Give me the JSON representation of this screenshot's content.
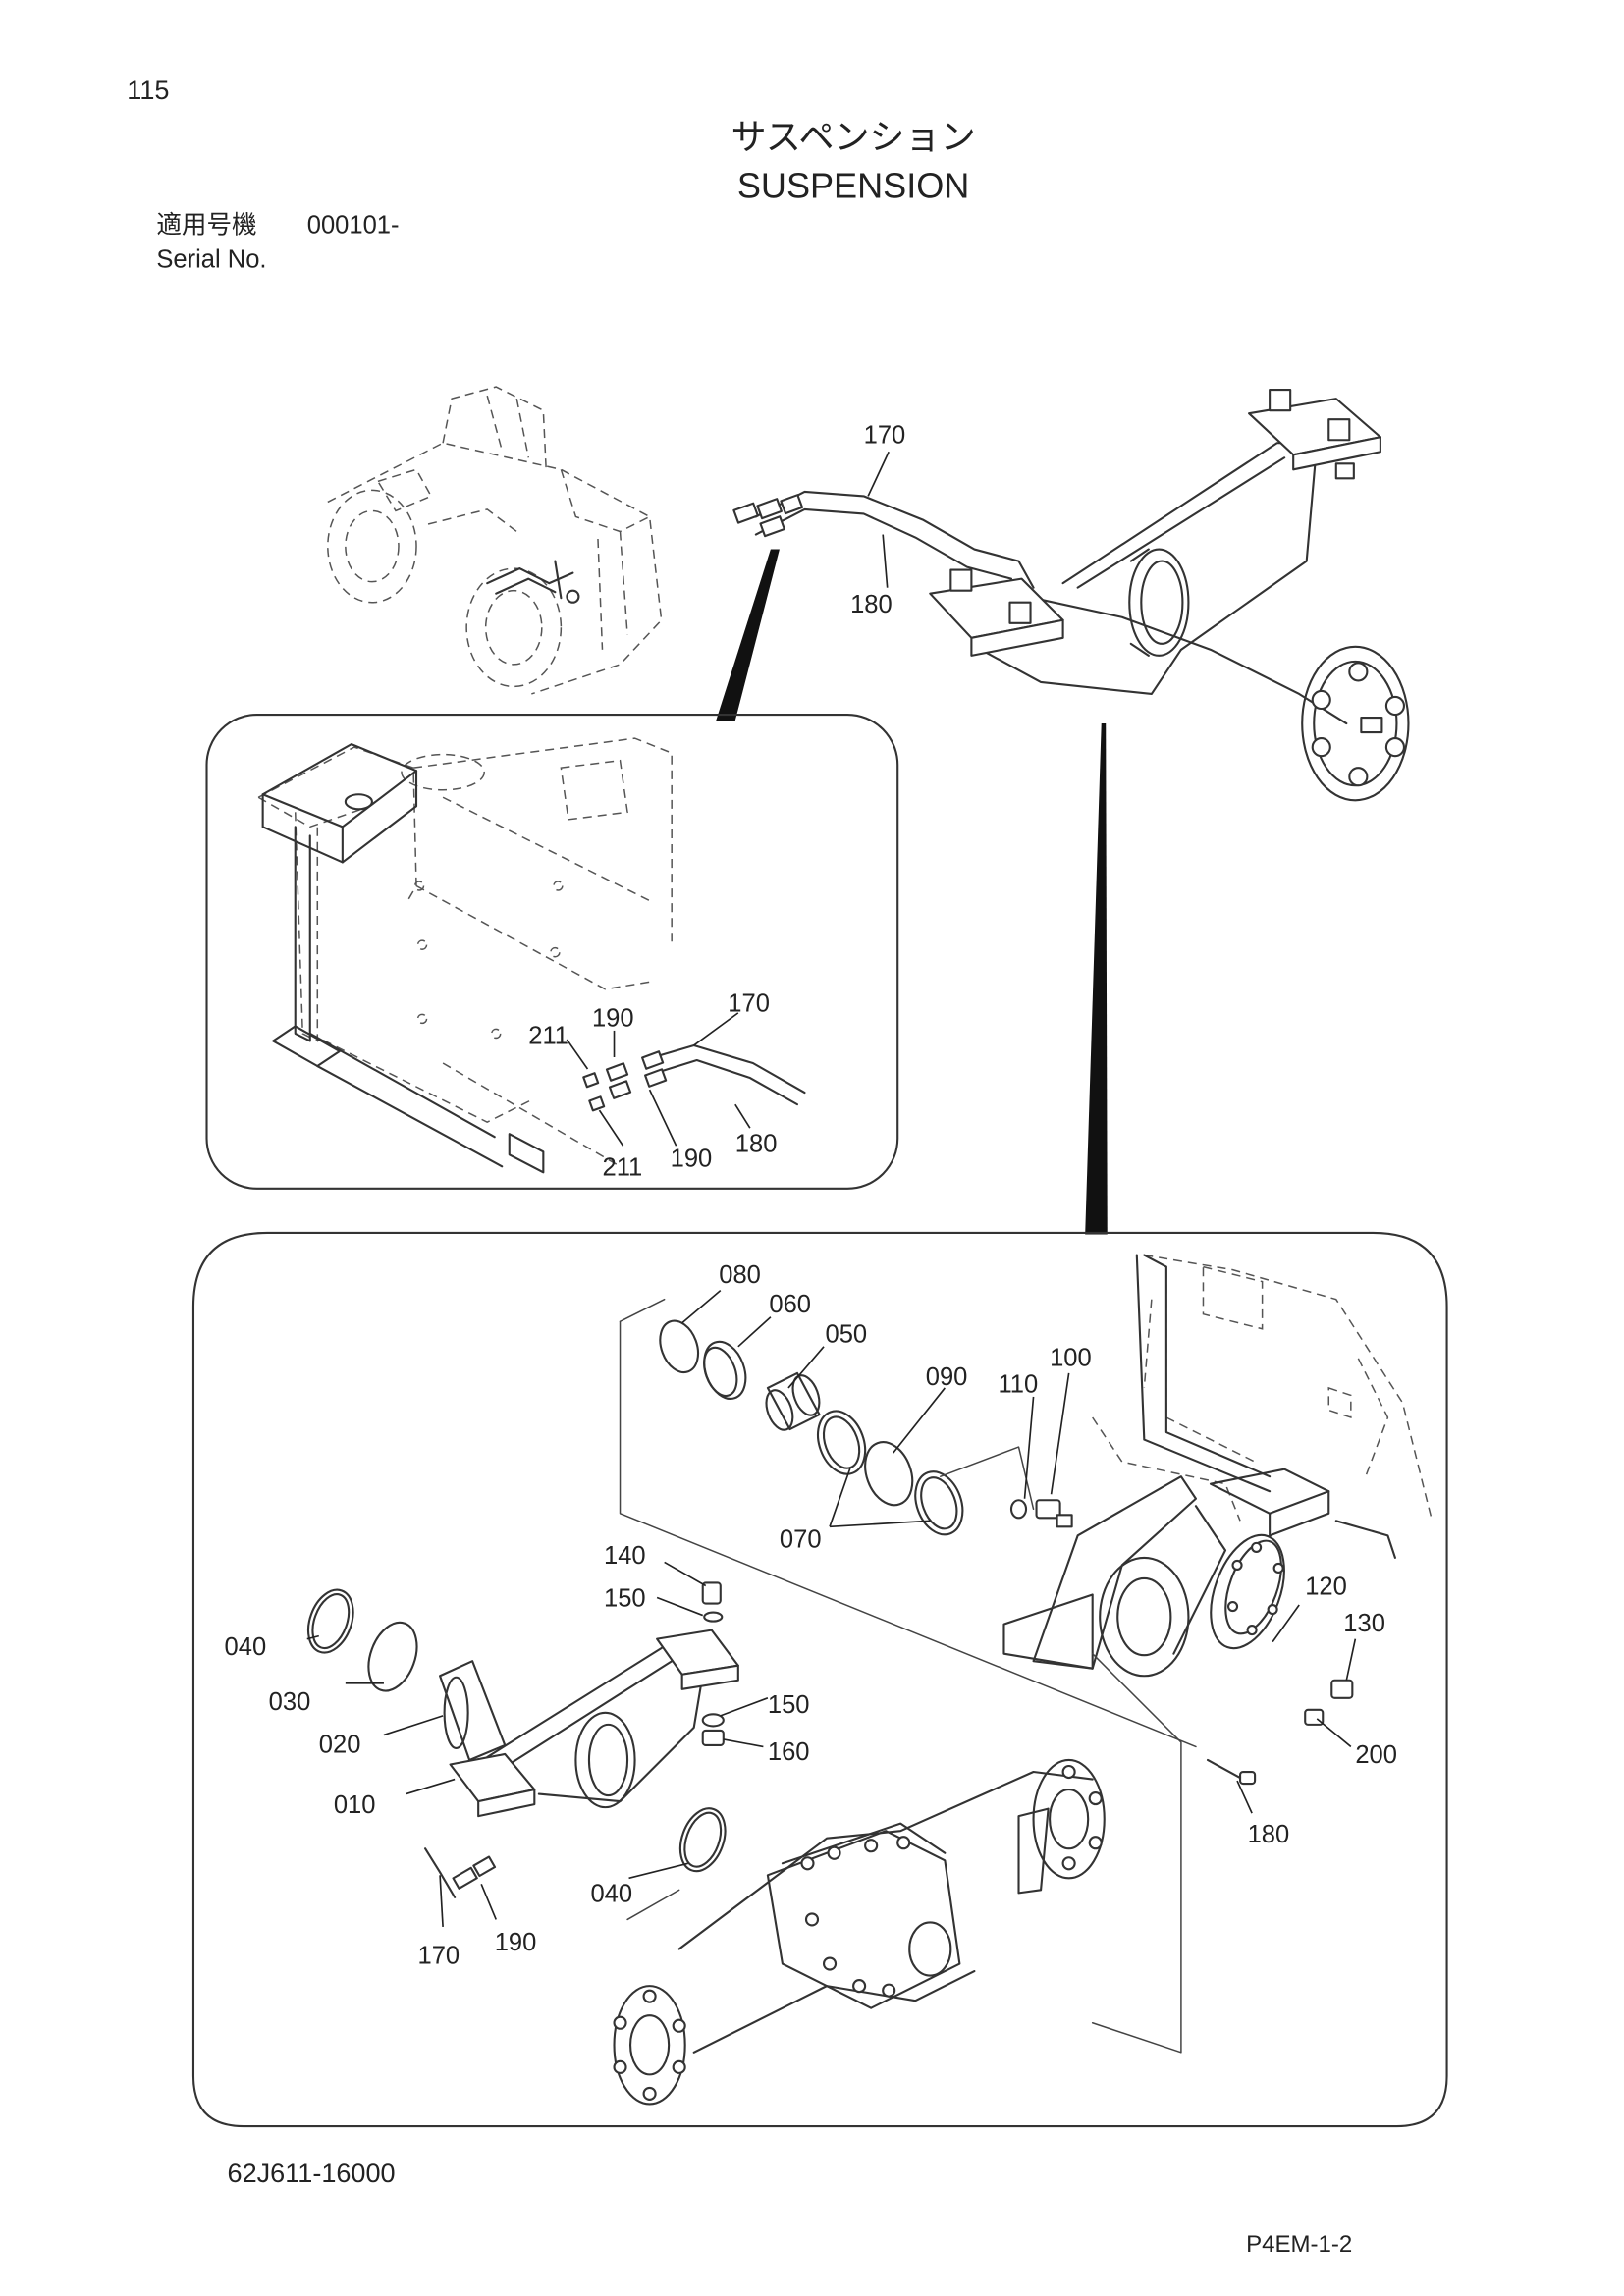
{
  "header": {
    "page_number": "115",
    "title_ja": "サスペンション",
    "title_en": "SUSPENSION",
    "serial_label_ja": "適用号機",
    "serial_value": "000101-",
    "serial_label_en": "Serial No."
  },
  "footer": {
    "drawing_number": "62J611-16000",
    "page_code": "P4EM-1-2"
  },
  "callouts": {
    "top": [
      "170",
      "180"
    ],
    "middle": [
      "211",
      "190",
      "170",
      "211",
      "190",
      "180"
    ],
    "bottom": [
      "080",
      "060",
      "050",
      "090",
      "110",
      "100",
      "070",
      "140",
      "150",
      "150",
      "160",
      "040",
      "030",
      "020",
      "010",
      "040",
      "170",
      "190",
      "120",
      "130",
      "200",
      "180"
    ]
  }
}
